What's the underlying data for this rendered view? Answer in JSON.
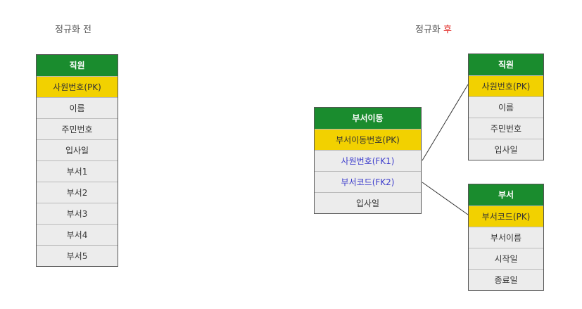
{
  "captions": {
    "before": "정규화 전",
    "after_prefix": "정규화 ",
    "after_accent": "후"
  },
  "entities": {
    "before": {
      "title": "직원",
      "pk": "사원번호(PK)",
      "fields": [
        "이름",
        "주민번호",
        "입사일",
        "부서1",
        "부서2",
        "부서3",
        "부서4",
        "부서5"
      ]
    },
    "transfer": {
      "title": "부서이동",
      "pk": "부서이동번호(PK)",
      "fk1": "사원번호(FK1)",
      "fk2": "부서코드(FK2)",
      "fields": [
        "입사일"
      ]
    },
    "employee": {
      "title": "직원",
      "pk": "사원번호(PK)",
      "fields": [
        "이름",
        "주민번호",
        "입사일"
      ]
    },
    "dept": {
      "title": "부서",
      "pk": "부서코드(PK)",
      "fields": [
        "부서이름",
        "시작일",
        "종료일"
      ]
    }
  },
  "colors": {
    "header": "#1a8c2e",
    "primary_key": "#f2d100",
    "foreign_key": "#3d3dcc",
    "row": "#ececec",
    "caption_accent": "#e0201b"
  }
}
